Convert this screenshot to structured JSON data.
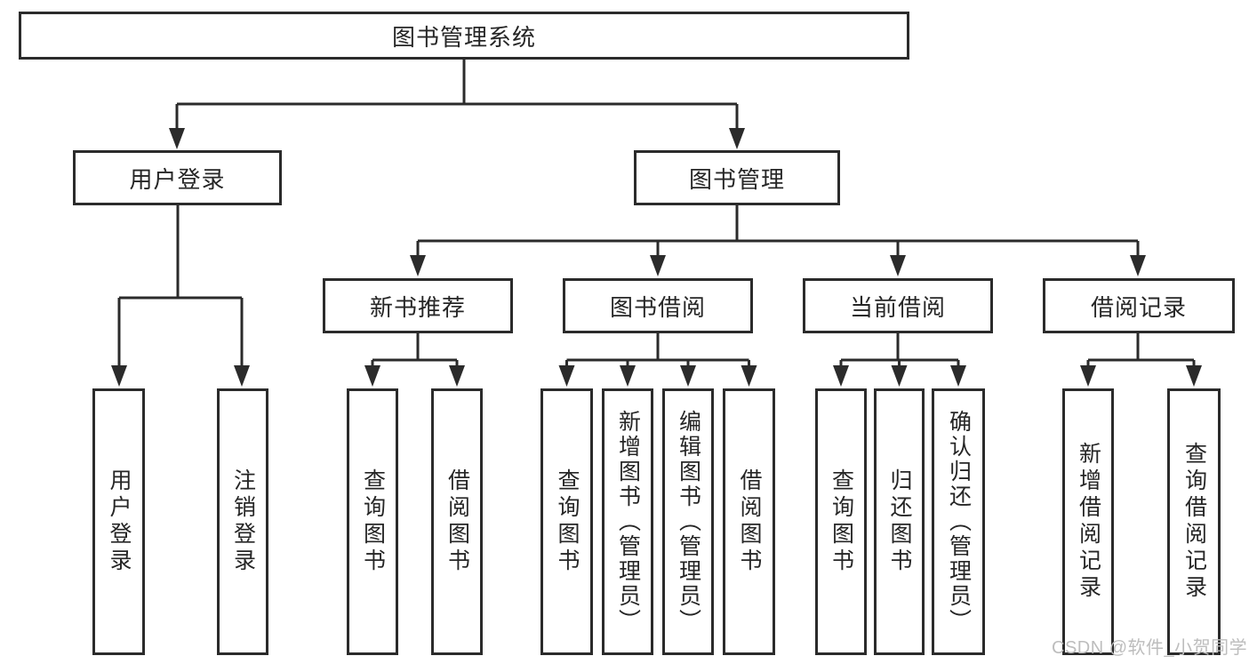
{
  "tree": {
    "label": "图书管理系统",
    "children": [
      {
        "label": "用户登录",
        "children": [
          {
            "label": "用户登录"
          },
          {
            "label": "注销登录"
          }
        ]
      },
      {
        "label": "图书管理",
        "children": [
          {
            "label": "新书推荐",
            "children": [
              {
                "label": "查询图书"
              },
              {
                "label": "借阅图书"
              }
            ]
          },
          {
            "label": "图书借阅",
            "children": [
              {
                "label": "查询图书"
              },
              {
                "label": "新增图书（管理员）"
              },
              {
                "label": "编辑图书（管理员）"
              },
              {
                "label": "借阅图书"
              }
            ]
          },
          {
            "label": "当前借阅",
            "children": [
              {
                "label": "查询图书"
              },
              {
                "label": "归还图书"
              },
              {
                "label": "确认归还（管理员）"
              }
            ]
          },
          {
            "label": "借阅记录",
            "children": [
              {
                "label": "新增借阅记录"
              },
              {
                "label": "查询借阅记录"
              }
            ]
          }
        ]
      }
    ]
  },
  "watermark": {
    "text": "CSDN @软件_小贺同学"
  },
  "colors": {
    "line": "#2b2b2b",
    "box_border": "#2b2b2b",
    "box_background": "#ffffff",
    "label_text": "#262626",
    "watermark_text": "#bdbdbd",
    "page_background": "#ffffff"
  }
}
